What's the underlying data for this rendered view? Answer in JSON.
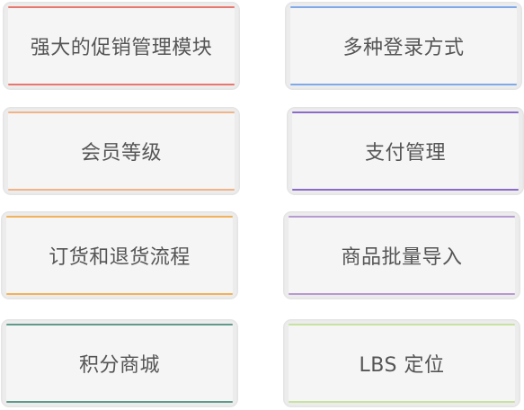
{
  "features": [
    {
      "label": "强大的促销管理模块",
      "accent": "#e8776f"
    },
    {
      "label": "多种登录方式",
      "accent": "#7fa9e8"
    },
    {
      "label": "会员等级",
      "accent": "#f0b488"
    },
    {
      "label": "支付管理",
      "accent": "#8b6ac8"
    },
    {
      "label": "订货和退货流程",
      "accent": "#f2b25a"
    },
    {
      "label": "商品批量导入",
      "accent": "#b99ad0"
    },
    {
      "label": "积分商城",
      "accent": "#5f9a8a"
    },
    {
      "label": "LBS 定位",
      "accent": "#c8e2a0"
    }
  ]
}
